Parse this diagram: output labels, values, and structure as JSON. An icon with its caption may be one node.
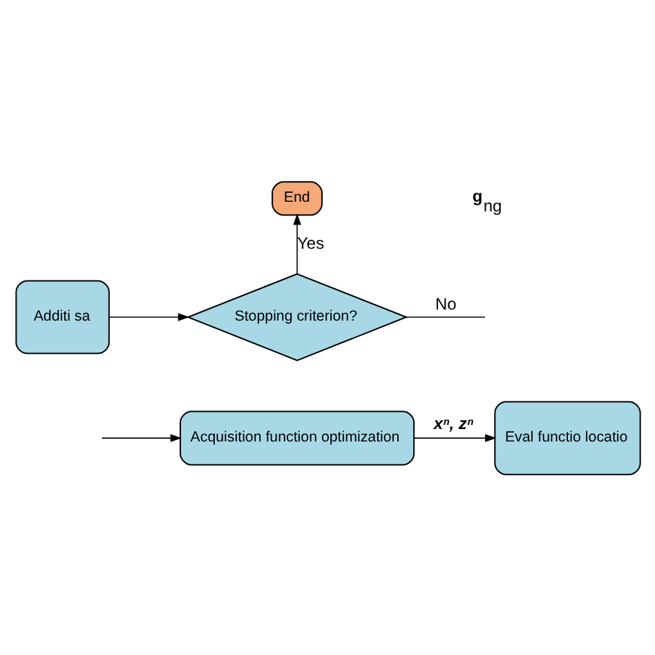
{
  "diagram": {
    "nodes": [
      {
        "text": [
          "End"
        ]
      },
      {
        "text": [
          "Stopping criterion?"
        ]
      },
      {
        "text": [
          "Additi sa"
        ]
      },
      {
        "text": [
          "Acquisition function optimization"
        ]
      },
      {
        "text": [
          "Eval functio locatio"
        ]
      }
    ],
    "edges": [
      {
        "from": 1,
        "to": 0,
        "arrow": "to",
        "label": "Yes"
      },
      {
        "from": 1,
        "to": null,
        "arrow": "none",
        "label": "No"
      },
      {
        "from": 2,
        "to": 1,
        "arrow": "to"
      },
      {
        "from": null,
        "to": 3,
        "arrow": "to"
      },
      {
        "from": 3,
        "to": 4,
        "arrow": "to",
        "label": "xⁿ, zⁿ"
      }
    ],
    "labels": [
      "**g**$_{ng}$"
    ]
  }
}
